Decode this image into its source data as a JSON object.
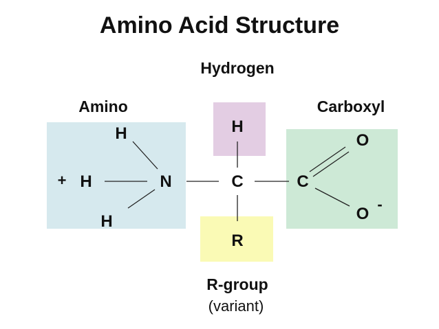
{
  "title": "Amino Acid Structure",
  "groups": {
    "hydrogen": "Hydrogen",
    "amino": "Amino",
    "carboxyl": "Carboxyl",
    "rgroup": "R-group",
    "rgroup_note": "(variant)"
  },
  "atoms": {
    "amino_h_top": "H",
    "amino_h_left": "H",
    "amino_h_bottom": "H",
    "amino_n": "N",
    "alpha_c": "C",
    "alpha_h": "H",
    "r": "R",
    "carboxyl_c": "C",
    "carboxyl_o_top": "O",
    "carboxyl_o_bottom": "O"
  },
  "charges": {
    "amino_plus": "+",
    "carboxyl_minus": "-"
  },
  "colors": {
    "amino_box": "#d6e9ee",
    "hydrogen_box": "#e3cde3",
    "carboxyl_box": "#cde9d6",
    "rgroup_box": "#fafab5"
  }
}
